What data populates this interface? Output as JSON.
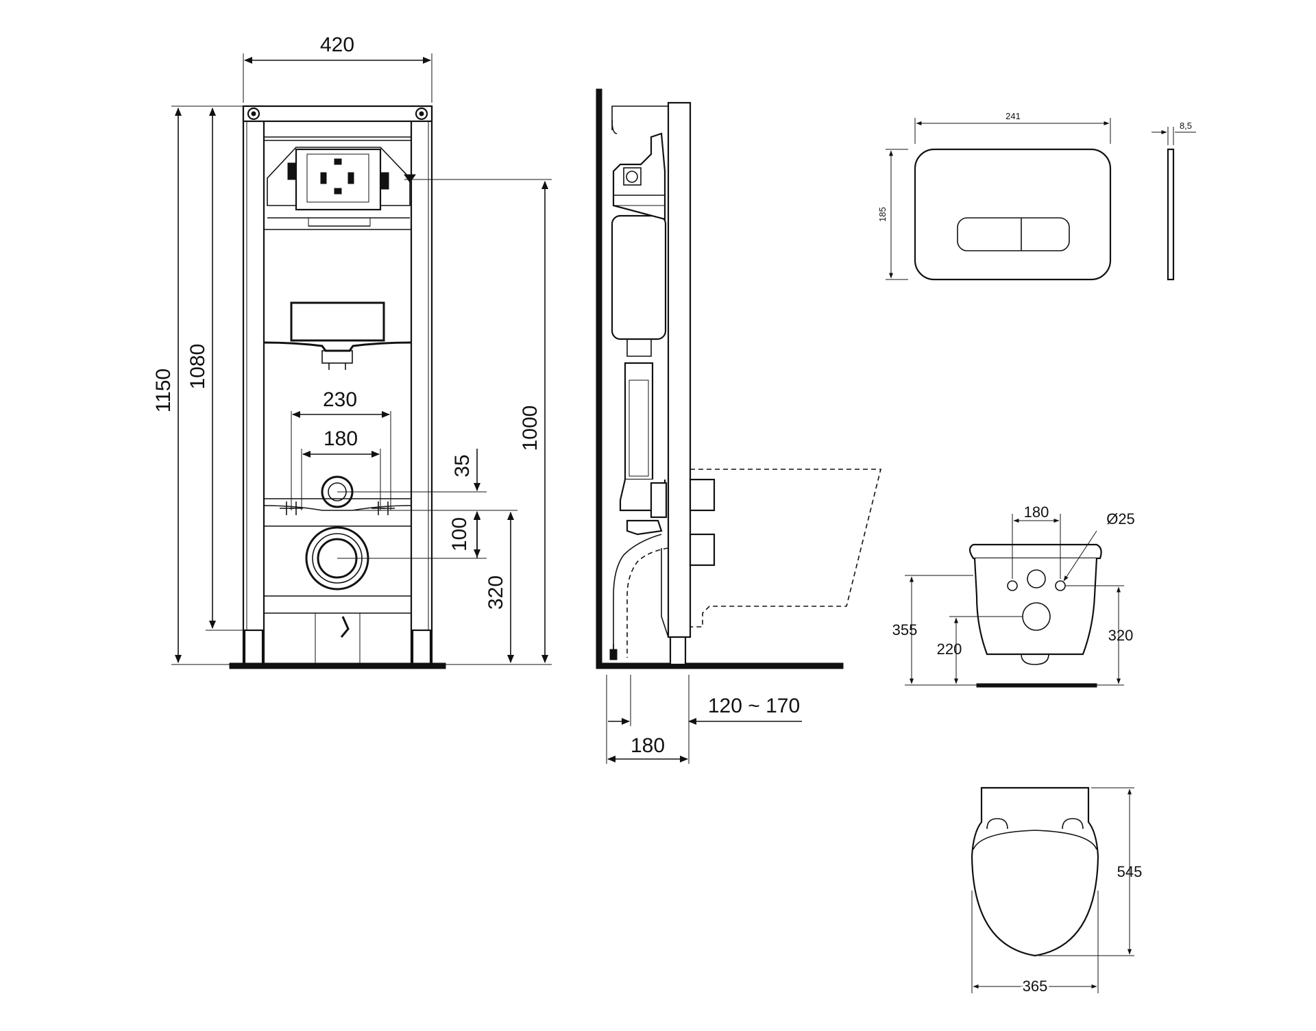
{
  "front_view": {
    "width_label": "420",
    "height_total_label": "1150",
    "height_frame_label": "1080",
    "actuator_height_label": "1000",
    "bolt_outer_label": "230",
    "bolt_inner_label": "180",
    "supply_offset_label": "35",
    "waste_offset_label": "100",
    "waste_height_label": "320"
  },
  "side_view": {
    "depth_label": "180",
    "wall_gap_label": "120 ~ 170"
  },
  "flush_plate": {
    "width_label": "241",
    "height_label": "185",
    "thickness_label": "8,5"
  },
  "bowl_front": {
    "hole_spacing_label": "180",
    "hole_diameter_label": "Ø25",
    "height_left_label": "355",
    "inlet_height_label": "220",
    "height_right_label": "320"
  },
  "bowl_top": {
    "length_label": "545",
    "width_label": "365"
  }
}
